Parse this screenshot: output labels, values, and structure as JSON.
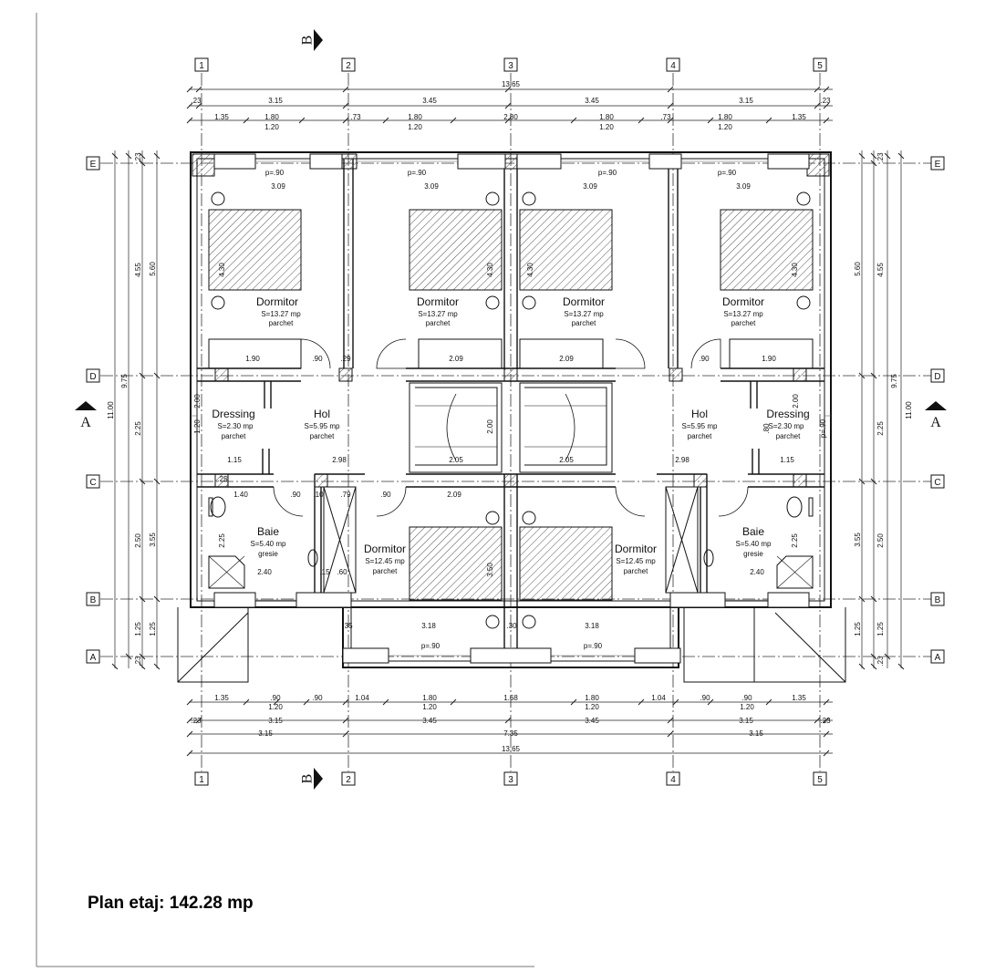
{
  "caption": "Plan etaj: 142.28 mp",
  "axes": {
    "vertical": [
      "1",
      "2",
      "3",
      "4",
      "5"
    ],
    "horizontal": [
      "E",
      "D",
      "C",
      "B",
      "A"
    ]
  },
  "sections": {
    "a": "A",
    "b": "B"
  },
  "rooms": [
    {
      "id": "dormitor-1",
      "name": "Dormitor",
      "area": "S=13.27 mp",
      "finish": "parchet"
    },
    {
      "id": "dormitor-2",
      "name": "Dormitor",
      "area": "S=13.27 mp",
      "finish": "parchet"
    },
    {
      "id": "dormitor-3",
      "name": "Dormitor",
      "area": "S=13.27 mp",
      "finish": "parchet"
    },
    {
      "id": "dormitor-4",
      "name": "Dormitor",
      "area": "S=13.27 mp",
      "finish": "parchet"
    },
    {
      "id": "dressing-left",
      "name": "Dressing",
      "area": "S=2.30 mp",
      "finish": "parchet"
    },
    {
      "id": "hol-left",
      "name": "Hol",
      "area": "S=5.95 mp",
      "finish": "parchet"
    },
    {
      "id": "hol-right",
      "name": "Hol",
      "area": "S=5.95 mp",
      "finish": "parchet"
    },
    {
      "id": "dressing-right",
      "name": "Dressing",
      "area": "S=2.30 mp",
      "finish": "parchet"
    },
    {
      "id": "baie-left",
      "name": "Baie",
      "area": "S=5.40 mp",
      "finish": "gresie"
    },
    {
      "id": "dormitor-5",
      "name": "Dormitor",
      "area": "S=12.45 mp",
      "finish": "parchet"
    },
    {
      "id": "dormitor-6",
      "name": "Dormitor",
      "area": "S=12.45 mp",
      "finish": "parchet"
    },
    {
      "id": "baie-right",
      "name": "Baie",
      "area": "S=5.40 mp",
      "finish": "gresie"
    }
  ],
  "dims": {
    "top_total": "13.65",
    "top_axes": [
      ".23",
      "3.15",
      "3.45",
      "3.45",
      "3.15",
      ".23"
    ],
    "top_openings": [
      "1.35",
      "1.80",
      ".73",
      "1.80",
      "2.80",
      "1.80",
      ".73",
      "1.80",
      "1.35"
    ],
    "top_sills": [
      "1.20",
      "1.20",
      "1.20",
      "1.20"
    ],
    "bottom_openings": [
      "1.35",
      ".90",
      ".90",
      "1.04",
      "1.80",
      "1.68",
      "1.80",
      "1.04",
      ".90",
      ".90",
      "1.35"
    ],
    "bottom_sills": [
      "1.20",
      "1.20",
      "1.20",
      "1.20"
    ],
    "bottom_axes": [
      ".23",
      "3.15",
      "3.45",
      "3.45",
      "3.15",
      ".23"
    ],
    "bottom_groups": [
      "3.15",
      "7.35",
      "3.15"
    ],
    "bottom_total": "13.65",
    "left_inner": [
      ".23",
      "4.55",
      "2.25",
      "2.50",
      "1.25",
      ".23"
    ],
    "left_mid": [
      "5.60",
      "3.55",
      "1.25"
    ],
    "left_outer": [
      "9.75",
      "11.00"
    ],
    "right_inner": [
      ".23",
      "4.55",
      "2.25",
      "2.50",
      "1.25",
      ".23"
    ],
    "right_mid": [
      "5.60",
      "3.55",
      "1.25"
    ],
    "right_outer": [
      "9.75",
      "11.00"
    ],
    "interior": [
      "p=.90",
      "p=.90",
      "p=.90",
      "p=.90",
      "3.09",
      "3.09",
      "3.09",
      "3.09",
      "4.30",
      "4.30",
      "4.30",
      "4.30",
      "1.90",
      ".90",
      "2.09",
      "2.09",
      ".90",
      "1.90",
      "2.00",
      "2.00",
      "2.00",
      "2.05",
      "2.05",
      "2.98",
      "2.98",
      "1.15",
      "1.15",
      "1.40",
      ".90",
      ".90",
      "2.09",
      "2.25",
      "2.25",
      "2.40",
      "2.40",
      "3.50",
      "3.18",
      "3.18",
      "p=.90",
      "p=.90",
      ".35",
      ".30",
      ".60",
      ".15",
      ".25",
      ".79",
      ".10",
      ".29",
      "1.20",
      ".80",
      "p=.90"
    ]
  },
  "colors": {
    "line": "#111111",
    "hatch": "#555555",
    "background": "#ffffff"
  }
}
